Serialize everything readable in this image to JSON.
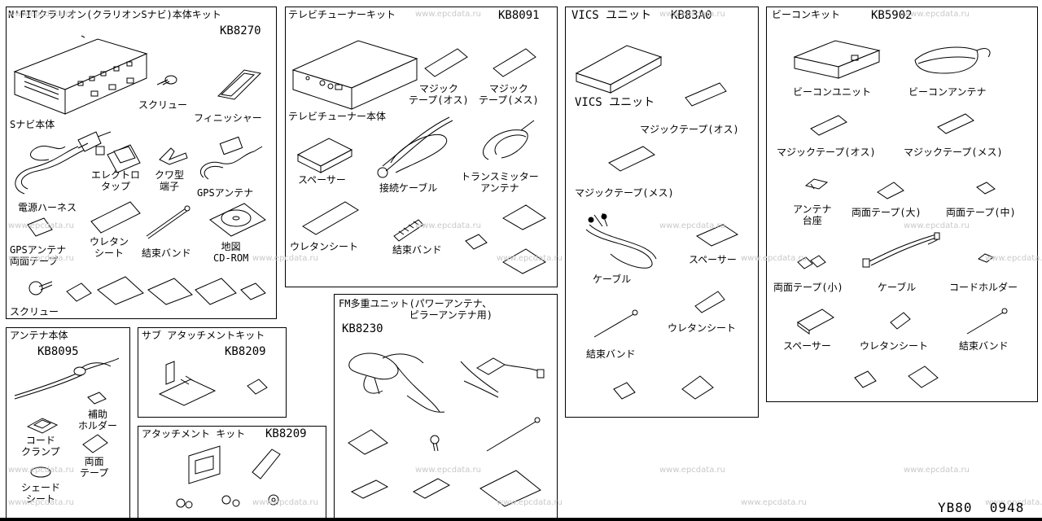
{
  "diagram_code": "YB80  0948",
  "watermark": "www.epcdata.ru",
  "sections": {
    "navi": {
      "title": "N'FITクラリオン(クラリオンSナビ)本体キット",
      "code": "KB8270",
      "labels": {
        "screw": "スクリュー",
        "finisher": "フィニッシャー",
        "navi_unit": "Sナビ本体",
        "electro_tap": "エレクトロ\nタップ",
        "kuwa_terminal": "クワ型\n端子",
        "gps_antenna": "GPSアンテナ",
        "power_harness": "電源ハーネス",
        "gps_tape": "GPSアンテナ\n両面テープ",
        "urethane": "ウレタン\nシート",
        "band": "結束バンド",
        "map_cd": "地図\nCD-ROM",
        "screw2": "スクリュー"
      }
    },
    "tv": {
      "title": "テレビチューナーキット",
      "code": "KB8091",
      "labels": {
        "magic_male": "マジック\nテープ(オス)",
        "magic_female": "マジック\nテープ(メス)",
        "tuner_unit": "テレビチューナー本体",
        "spacer": "スペーサー",
        "cable": "接続ケーブル",
        "transmitter": "トランスミッター\nアンテナ",
        "urethane": "ウレタンシート",
        "band": "結束バンド"
      }
    },
    "vics": {
      "title": "VICS ユニット",
      "code": "KB83A0",
      "labels": {
        "unit": "VICS ユニット",
        "magic_male": "マジックテープ(オス)",
        "magic_female": "マジックテープ(メス)",
        "cable": "ケーブル",
        "spacer": "スペーサー",
        "urethane": "ウレタンシート",
        "band": "結束バンド"
      }
    },
    "beacon": {
      "title": "ビーコンキット",
      "code": "KB5902",
      "labels": {
        "unit": "ビーコンユニット",
        "antenna": "ビーコンアンテナ",
        "magic_male": "マジックテープ(オス)",
        "magic_female": "マジックテープ(メス)",
        "antenna_base": "アンテナ\n台座",
        "tape_large": "両面テープ(大)",
        "tape_mid": "両面テープ(中)",
        "tape_small": "両面テープ(小)",
        "cable": "ケーブル",
        "cord_holder": "コードホルダー",
        "spacer": "スペーサー",
        "urethane": "ウレタンシート",
        "band": "結束バンド"
      }
    },
    "antenna": {
      "title": "アンテナ本体",
      "code": "KB8095",
      "labels": {
        "aux_holder": "補助\nホルダー",
        "cord_clamp": "コード\nクランプ",
        "tape": "両面\nテープ",
        "shade_sheet": "シェード\nシート"
      }
    },
    "sub_attach": {
      "title": "サブ アタッチメントキット",
      "code": "KB8209"
    },
    "attach": {
      "title": "アタッチメント キット",
      "code": "KB8209"
    },
    "fm": {
      "title": "FM多重ユニット(パワーアンテナ、\n            ピラーアンテナ用)",
      "code": "KB8230"
    }
  }
}
